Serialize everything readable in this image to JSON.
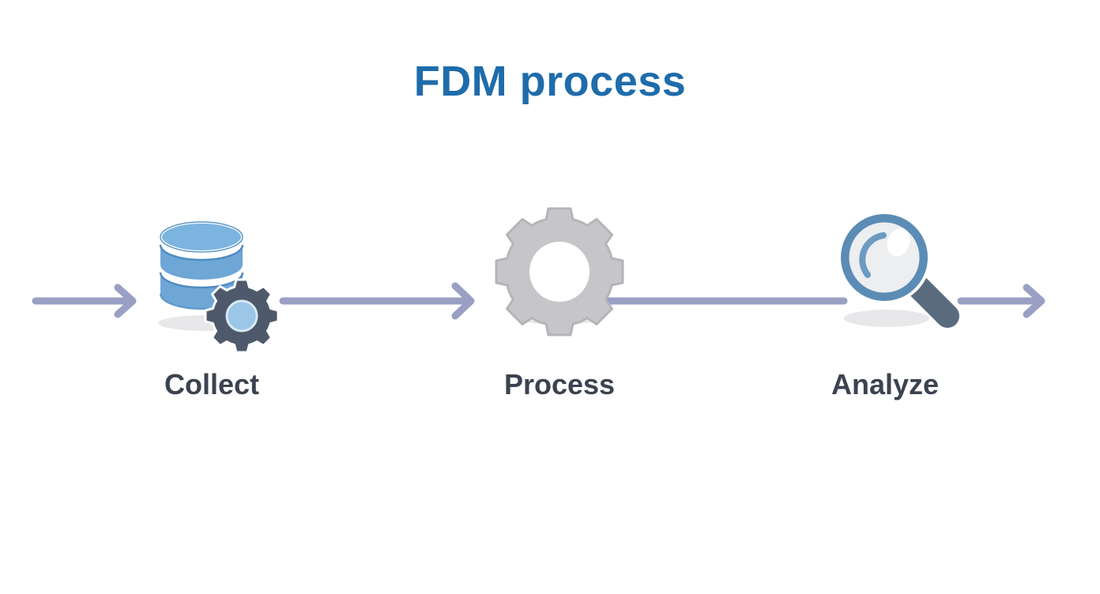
{
  "page": {
    "title": "FDM process",
    "background_color": "#ffffff",
    "title_color": "#1f6cab",
    "label_color": "#3b4250",
    "arrow_color": "#9a9fc4",
    "shadow_color": "#e8e8ea"
  },
  "diagram": {
    "type": "linear-process-flow",
    "steps": [
      {
        "id": "collect",
        "label": "Collect",
        "icon": "database-gear-icon",
        "icon_colors": {
          "cylinder_top": "#7cb4e0",
          "cylinder_body": "#6ea6d6",
          "cylinder_band": "#ffffff",
          "cylinder_outline": "#4f8cc0",
          "gear": "#4e5a6b",
          "gear_center": "#9cc6e8"
        }
      },
      {
        "id": "process",
        "label": "Process",
        "icon": "gear-icon",
        "icon_colors": {
          "gear": "#c6c6ca",
          "gear_outline": "#b4b4b9",
          "gear_center": "#ffffff"
        }
      },
      {
        "id": "analyze",
        "label": "Analyze",
        "icon": "magnifier-icon",
        "icon_colors": {
          "ring": "#5b8cb6",
          "lens": "#eceef0",
          "lens_highlight": "#ffffff",
          "lens_arc": "#6c9bc2",
          "handle": "#5a6b7e"
        }
      }
    ],
    "connectors": [
      {
        "id": "connector-in",
        "from": "edge",
        "to": "collect",
        "arrowhead": true
      },
      {
        "id": "connector-1",
        "from": "collect",
        "to": "process",
        "arrowhead": true
      },
      {
        "id": "connector-2",
        "from": "process",
        "to": "analyze",
        "arrowhead": false
      },
      {
        "id": "connector-out",
        "from": "analyze",
        "to": "edge",
        "arrowhead": true
      }
    ]
  }
}
